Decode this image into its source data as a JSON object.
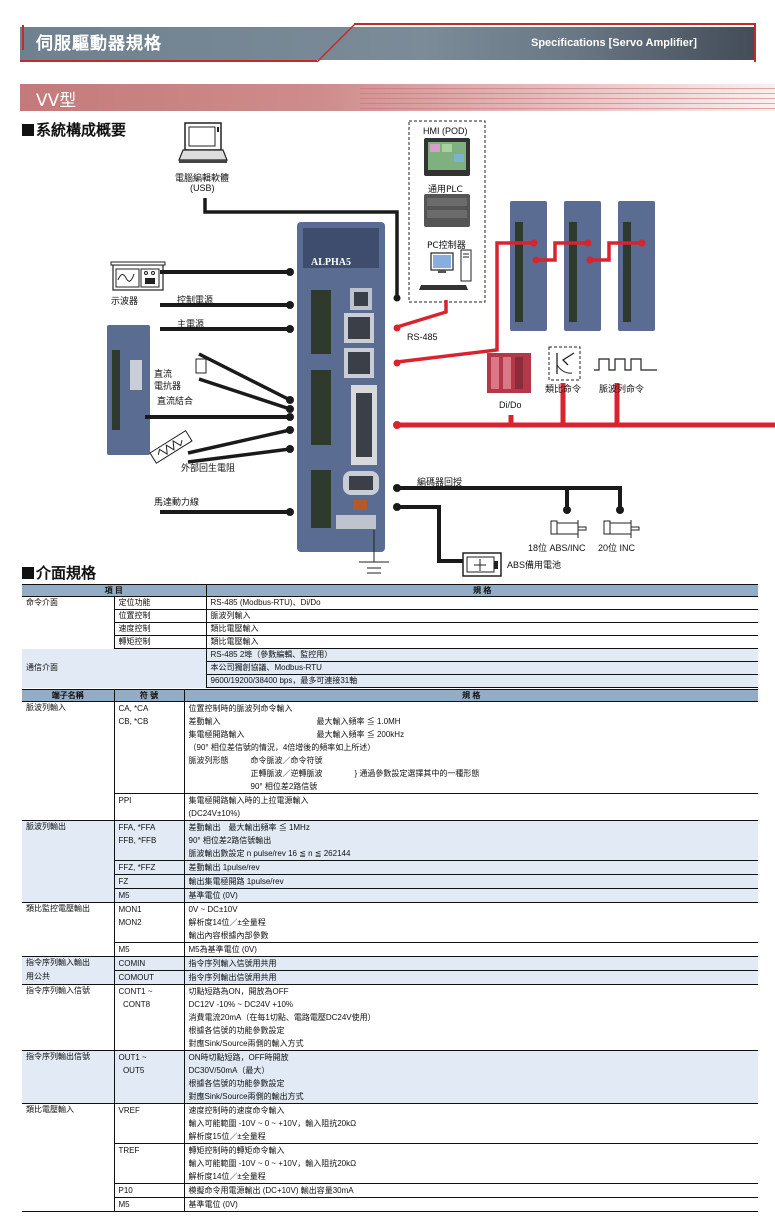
{
  "header": {
    "title": "伺服驅動器規格",
    "subtitle_en": "Specifications [Servo Amplifier]"
  },
  "model_band": {
    "title": "VV型"
  },
  "section_system": {
    "title": "系統構成概要"
  },
  "section_interface": {
    "title": "介面規格"
  },
  "colors": {
    "header_band": "#6f8190",
    "accent_red": "#c42a2a",
    "model_band": "#c47a7a",
    "table_header": "#94adc6",
    "table_stripe": "#e1eaf5",
    "rs485_line": "#d9232e",
    "cable_black": "#1a1a1a"
  },
  "diagram": {
    "pc_software": "電腦編輯軟體",
    "pc_usb": "(USB)",
    "oscilloscope": "示波器",
    "control_power": "控制電源",
    "main_power": "主電源",
    "dc_reactor_1": "直流",
    "dc_reactor_2": "電抗器",
    "dc_link": "直流結合",
    "external_resistor": "外部回生電阻",
    "motor_power_cable": "馬達動力線",
    "hmi": "HMI (POD)",
    "plc": "通用PLC",
    "pc_controller": "PC控制器",
    "rs485": "RS-485",
    "dido": "Di/Do",
    "analog_command": "類比命令",
    "pulse_command": "脈波列命令",
    "encoder_feedback": "編碼器回授",
    "motor_18bit": "18位 ABS/INC",
    "motor_20bit": "20位 INC",
    "abs_battery": "ABS備用電池",
    "amp_brand": "ALPHA5"
  },
  "table1": {
    "headers": [
      "項 目",
      "規 格"
    ],
    "rows": [
      {
        "group": "命令介面",
        "item": "定位功能",
        "spec": "RS-485 (Modbus-RTU)、Di/Do",
        "blue": false
      },
      {
        "group": "",
        "item": "位置控制",
        "spec": "脈波列輸入",
        "blue": false
      },
      {
        "group": "",
        "item": "速度控制",
        "spec": "類比電壓輸入",
        "blue": false
      },
      {
        "group": "",
        "item": "轉矩控制",
        "spec": "類比電壓輸入",
        "blue": false
      },
      {
        "group": "",
        "item": "",
        "spec": "RS-485  2埠（參數編輯、監控用）",
        "blue": true
      },
      {
        "group": "通信介面",
        "item": "",
        "spec": "本公司獨創協議、Modbus-RTU",
        "blue": true
      },
      {
        "group": "",
        "item": "",
        "spec": "9600/19200/38400 bps，最多可連接31軸",
        "blue": true
      }
    ]
  },
  "table2": {
    "headers": [
      "端子名稱",
      "符 號",
      "規 格"
    ],
    "rows": [
      {
        "name": "脈波列輸入",
        "symbol": [
          "CA, *CA",
          "CB, *CB"
        ],
        "blue": false,
        "spec": [
          "位置控制時的脈波列命令輸入",
          "差動輸入|最大輸入頻率 ≦ 1.0MH",
          "集電極開路輸入|最大輸入頻率 ≦ 200kHz",
          "（90° 相位差信號的情況，4倍增後的頻率如上所述）",
          "脈波列形態|命令脈波／命令符號",
          "|正轉脈波／逆轉脈波|} 通過參數設定選擇其中的一種形態",
          "|90° 相位差2路信號"
        ]
      },
      {
        "name": "",
        "symbol": [
          "PPI"
        ],
        "blue": false,
        "spec": [
          "集電極開路輸入時的上拉電源輸入",
          "(DC24V±10%)"
        ]
      },
      {
        "name": "脈波列輸出",
        "symbol": [
          "FFA, *FFA",
          "FFB, *FFB"
        ],
        "blue": true,
        "spec": [
          "差動輸出　最大輸出頻率 ≦ 1MHz",
          "90° 相位差2路信號輸出",
          "脈波輸出數設定 n pulse/rev 16 ≦ n ≦ 262144"
        ]
      },
      {
        "name": "",
        "symbol": [
          "FFZ, *FFZ"
        ],
        "blue": true,
        "spec": [
          "差動輸出 1pulse/rev"
        ]
      },
      {
        "name": "",
        "symbol": [
          "FZ"
        ],
        "blue": true,
        "spec": [
          "輸出集電極開路 1pulse/rev"
        ]
      },
      {
        "name": "",
        "symbol": [
          "M5"
        ],
        "blue": true,
        "spec": [
          "基準電位 (0V)"
        ]
      },
      {
        "name": "類比監控電壓輸出",
        "symbol": [
          "MON1",
          "MON2"
        ],
        "blue": false,
        "spec": [
          "0V ~ DC±10V",
          "解析度14位／±全量程",
          "輸出內容根據內部參數"
        ]
      },
      {
        "name": "",
        "symbol": [
          "M5"
        ],
        "blue": false,
        "spec": [
          "M5為基準電位 (0V)"
        ]
      },
      {
        "name": "指令序列輸入輸出",
        "symbol": [
          "COMIN"
        ],
        "blue": true,
        "spec": [
          "指令序列輸入信號用共用"
        ]
      },
      {
        "name": "用公共",
        "symbol": [
          "COMOUT"
        ],
        "blue": true,
        "spec": [
          "指令序列輸出信號用共用"
        ]
      },
      {
        "name": "指令序列輸入信號",
        "symbol": [
          "CONT1 ~",
          "  CONT8"
        ],
        "blue": false,
        "spec": [
          "切點短路為ON，開放為OFF",
          "DC12V -10% ~ DC24V +10%",
          "消費電流20mA（在每1切點、電路電壓DC24V使用）",
          "根據各信號的功能參數設定",
          "對應Sink/Source兩側的輸入方式"
        ]
      },
      {
        "name": "指令序列輸出信號",
        "symbol": [
          "OUT1 ~",
          "  OUT5"
        ],
        "blue": true,
        "spec": [
          "ON時切點短路，OFF時開放",
          "DC30V/50mA（最大）",
          "根據各信號的功能參數設定",
          "對應Sink/Source兩側的輸出方式"
        ]
      },
      {
        "name": "類比電壓輸入",
        "symbol": [
          "VREF"
        ],
        "blue": false,
        "spec": [
          "速度控制時的速度命令輸入",
          "輸入可能範圍 -10V ~ 0 ~ +10V，輸入阻抗20kΩ",
          "解析度15位／±全量程"
        ]
      },
      {
        "name": "",
        "symbol": [
          "TREF"
        ],
        "blue": false,
        "spec": [
          "轉矩控制時的轉矩命令輸入",
          "輸入可能範圍 -10V ~ 0 ~ +10V，輸入阻抗20kΩ",
          "解析度14位／±全量程"
        ]
      },
      {
        "name": "",
        "symbol": [
          "P10"
        ],
        "blue": false,
        "spec": [
          "模擬命令用電源輸出 (DC+10V) 輸出容量30mA"
        ]
      },
      {
        "name": "",
        "symbol": [
          "M5"
        ],
        "blue": false,
        "spec": [
          "基準電位 (0V)"
        ]
      }
    ]
  }
}
